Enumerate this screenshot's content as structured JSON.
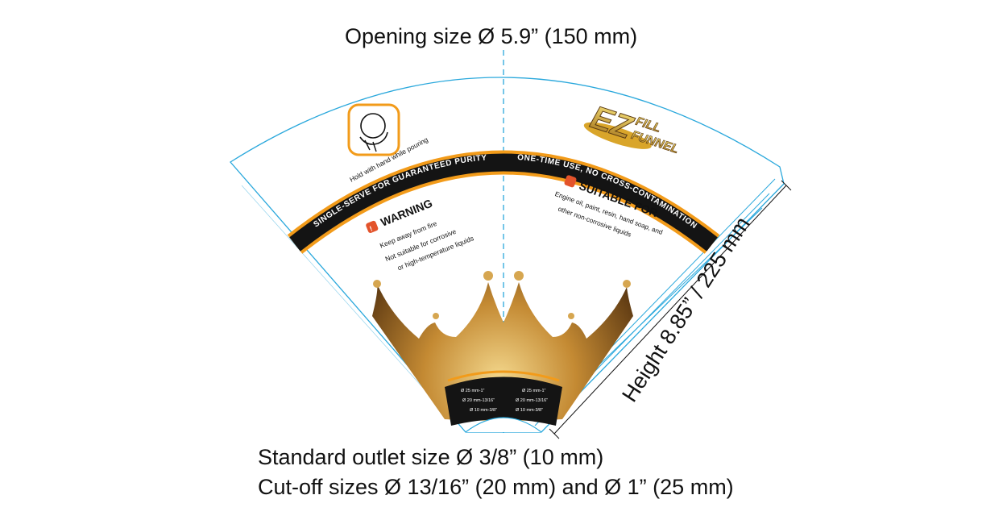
{
  "dimensions": {
    "opening": "Opening size Ø 5.9” (150 mm)",
    "height": "Height 8.85” / 225 mm",
    "outlet": "Standard outlet size Ø 3/8” (10 mm)",
    "cutoff": "Cut-off sizes Ø 13/16” (20 mm) and Ø 1” (25 mm)"
  },
  "funnel": {
    "band_left": "SINGLE-SERVE FOR GUARANTEED PURITY",
    "band_right": "ONE-TIME USE, NO CROSS-CONTAMINATION",
    "hand_caption": "Hold with hand while pouring",
    "warning": {
      "title": "WARNING",
      "items": [
        "Keep away from fire",
        "Not suitable for corrosive",
        "or high-temperature liquids"
      ]
    },
    "suitable": {
      "title": "SUITABLE FOR",
      "lines": [
        "Engine oil, paint, resin, hand soap, and",
        "other non-corrosive liquids"
      ]
    },
    "logo": {
      "ez": "EZ",
      "line1": "FILL",
      "line2": "FUNNEL"
    },
    "cut_marks": [
      "Ø 25 mm-1”",
      "Ø 20 mm-13/16”",
      "Ø 10 mm-3/8”"
    ]
  },
  "colors": {
    "outline": "#2aa8dc",
    "band": "#141414",
    "band_edge": "#f29b1a",
    "gold": "#b9852e",
    "dark_gold": "#5a3a12",
    "warning_icon": "#e3532b"
  }
}
